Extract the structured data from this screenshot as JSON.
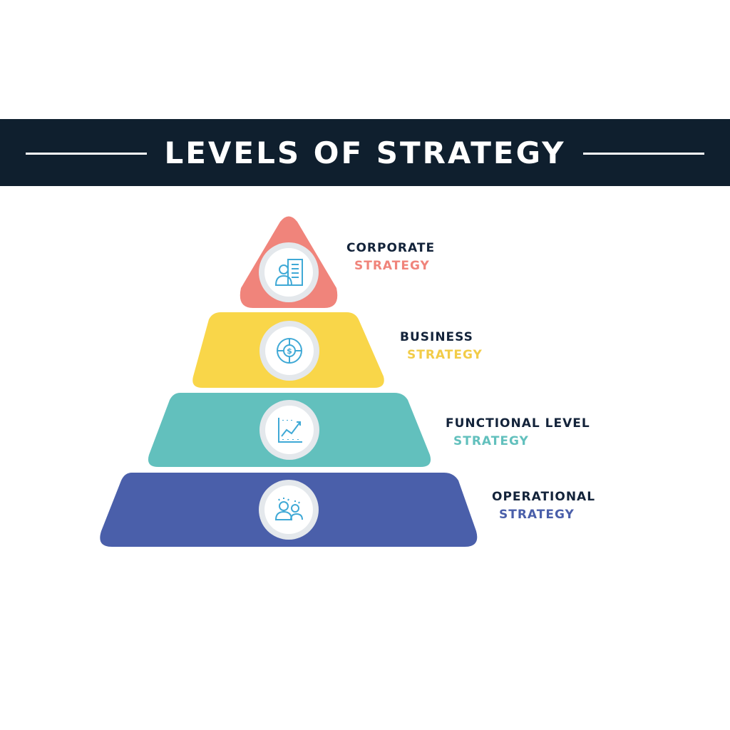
{
  "title": "LEVELS OF STRATEGY",
  "colors": {
    "banner": "#0f1f2e",
    "corporate": "#f0847b",
    "business": "#f9d649",
    "functional": "#62c0bd",
    "operational": "#4a5faa",
    "icon": "#3fa9d6"
  },
  "levels": [
    {
      "line1": "CORPORATE",
      "line2": "STRATEGY",
      "color": "#f0847b",
      "icon": "businessman-building-icon"
    },
    {
      "line1": "BUSINESS",
      "line2": "STRATEGY",
      "color": "#f9d649",
      "icon": "dollar-wheel-icon"
    },
    {
      "line1": "FUNCTIONAL LEVEL",
      "line2": "STRATEGY",
      "color": "#62c0bd",
      "icon": "growth-chart-icon"
    },
    {
      "line1": "OPERATIONAL",
      "line2": "STRATEGY",
      "color": "#4a5faa",
      "icon": "team-people-icon"
    }
  ]
}
